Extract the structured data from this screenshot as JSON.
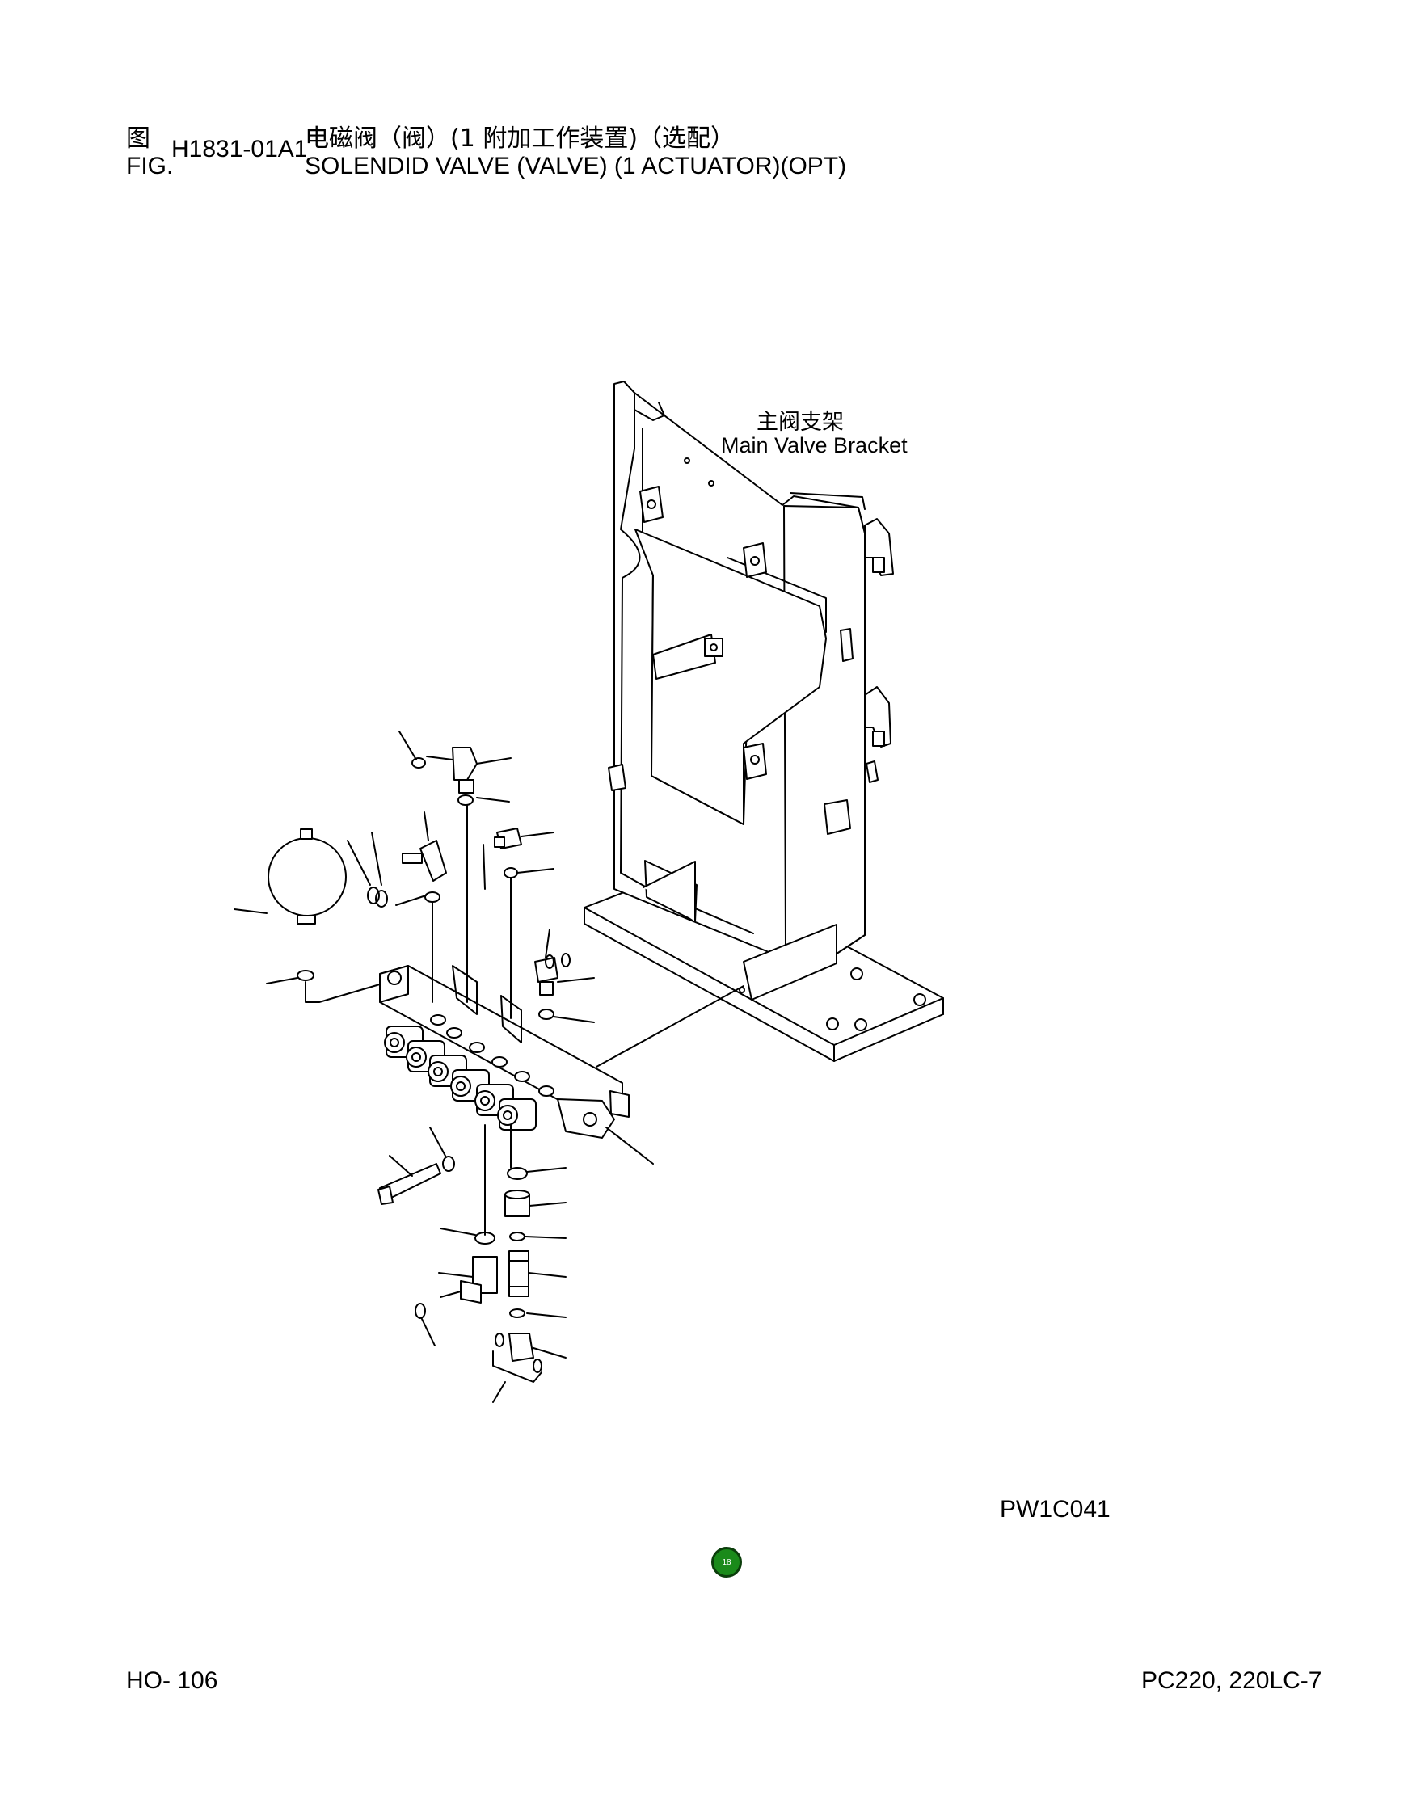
{
  "header": {
    "fig_cn": "图",
    "fig_en": "FIG.",
    "fig_number": "H1831-01A1",
    "title_cn": "电磁阀（阀）(1 附加工作装置)（选配）",
    "title_en": "SOLENDID VALVE (VALVE) (1 ACTUATOR)(OPT)"
  },
  "diagram": {
    "bracket_label_cn": "主阀支架",
    "bracket_label_en": "Main Valve Bracket",
    "drawing_code": "PW1C041"
  },
  "badge": {
    "label": "18",
    "color": "#1a8a1a"
  },
  "footer": {
    "page": "HO- 106",
    "model": "PC220, 220LC-7"
  }
}
